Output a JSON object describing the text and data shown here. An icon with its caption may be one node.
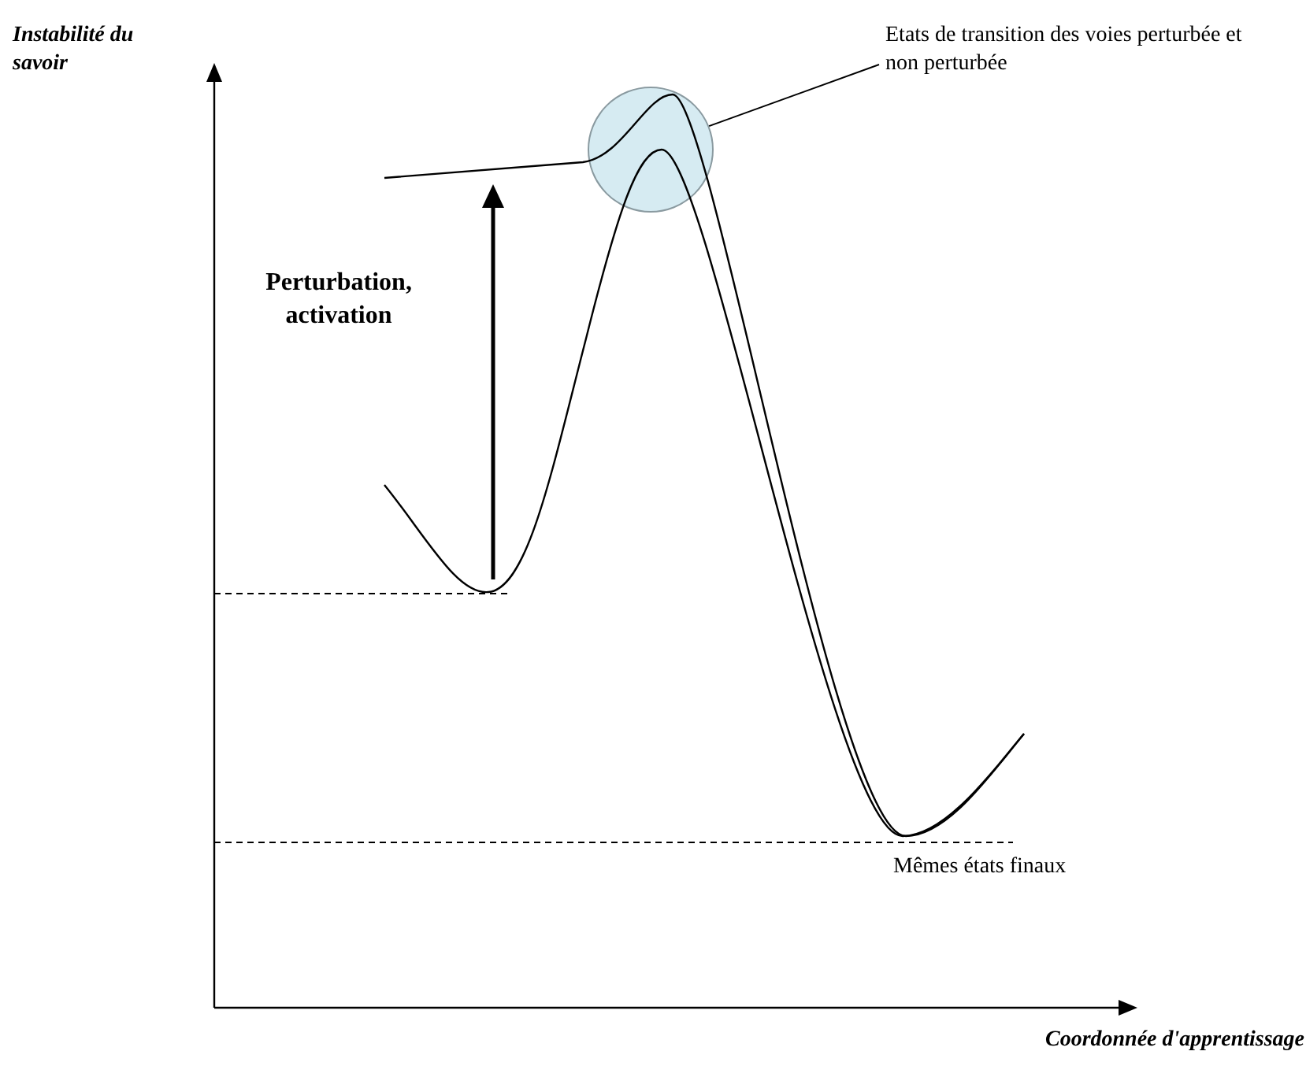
{
  "diagram": {
    "nodes": [
      {
        "text": [
          "Etats de transition des voies perturbée et non perturbée"
        ]
      },
      {
        "text": [],
        "shape": "circle"
      }
    ],
    "edges": [
      {
        "from": 0,
        "to": 1,
        "arrow": "none"
      }
    ],
    "labels": [
      "Instabilité du savoir",
      "Perturbation, activation",
      "Mêmes états finaux",
      "Coordonnée d'apprentissage"
    ]
  }
}
